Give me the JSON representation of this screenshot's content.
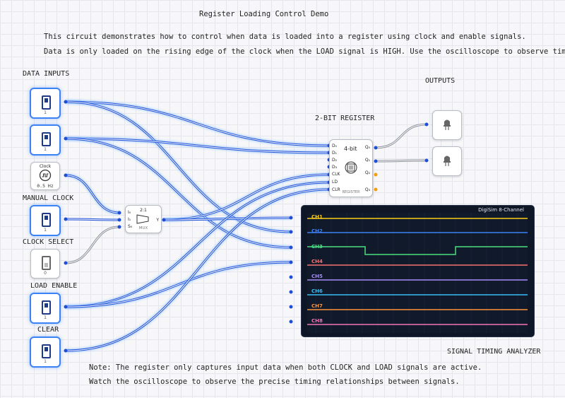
{
  "header": {
    "title": "Register Loading Control Demo",
    "desc1": "This circuit demonstrates how to control when data is loaded into a register using clock and enable signals.",
    "desc2": "Data is only loaded on the rising edge of the clock when the LOAD signal is HIGH. Use the oscilloscope to observe timing."
  },
  "labels": {
    "data_inputs": "DATA INPUTS",
    "manual_clock": "MANUAL CLOCK",
    "clock_select": "CLOCK SELECT",
    "load_enable": "LOAD ENABLE",
    "clear": "CLEAR",
    "outputs": "OUTPUTS",
    "register": "2-BIT REGISTER",
    "analyzer": "SIGNAL TIMING ANALYZER"
  },
  "notes": {
    "note1": "Note: The register only captures input data when both CLOCK and LOAD signals are active.",
    "note2": "Watch the oscilloscope to observe the precise timing relationships between signals."
  },
  "switches": {
    "data0": "1",
    "data1": "1",
    "manual_clock": "1",
    "clock_select": "0",
    "load": "1",
    "clear": "1"
  },
  "clock": {
    "title": "Clock",
    "freq": "0.5 Hz"
  },
  "mux": {
    "title": "2:1",
    "caption": "MUX",
    "pins_in": [
      "I₀",
      "I₁",
      "S₀"
    ],
    "pin_out": "Y"
  },
  "register": {
    "title": "4-bit",
    "caption": "REGISTER",
    "inputs": [
      "D₀",
      "D₁",
      "D₂",
      "D₃",
      "CLK",
      "LD",
      "CLR"
    ],
    "outputs": [
      "Q₀",
      "Q₁",
      "Q₂",
      "Q₃"
    ]
  },
  "scope": {
    "title": "DigiSim 8-Channel",
    "channels": [
      {
        "name": "CH1",
        "color": "#facc15"
      },
      {
        "name": "CH2",
        "color": "#3b82f6"
      },
      {
        "name": "CH3",
        "color": "#4ade80"
      },
      {
        "name": "CH4",
        "color": "#f87171"
      },
      {
        "name": "CH5",
        "color": "#a78bfa"
      },
      {
        "name": "CH6",
        "color": "#38bdf8"
      },
      {
        "name": "CH7",
        "color": "#fb923c"
      },
      {
        "name": "CH8",
        "color": "#f472b6"
      }
    ]
  },
  "colors": {
    "wire_active": "#1d4ed8",
    "wire_glow": "#93c5fd",
    "wire_idle": "#8a8f99"
  },
  "icons": {
    "switch": "toggle-switch-icon",
    "clock": "clock-wave-icon",
    "led": "led-bulb-icon",
    "chip": "chip-icon"
  }
}
